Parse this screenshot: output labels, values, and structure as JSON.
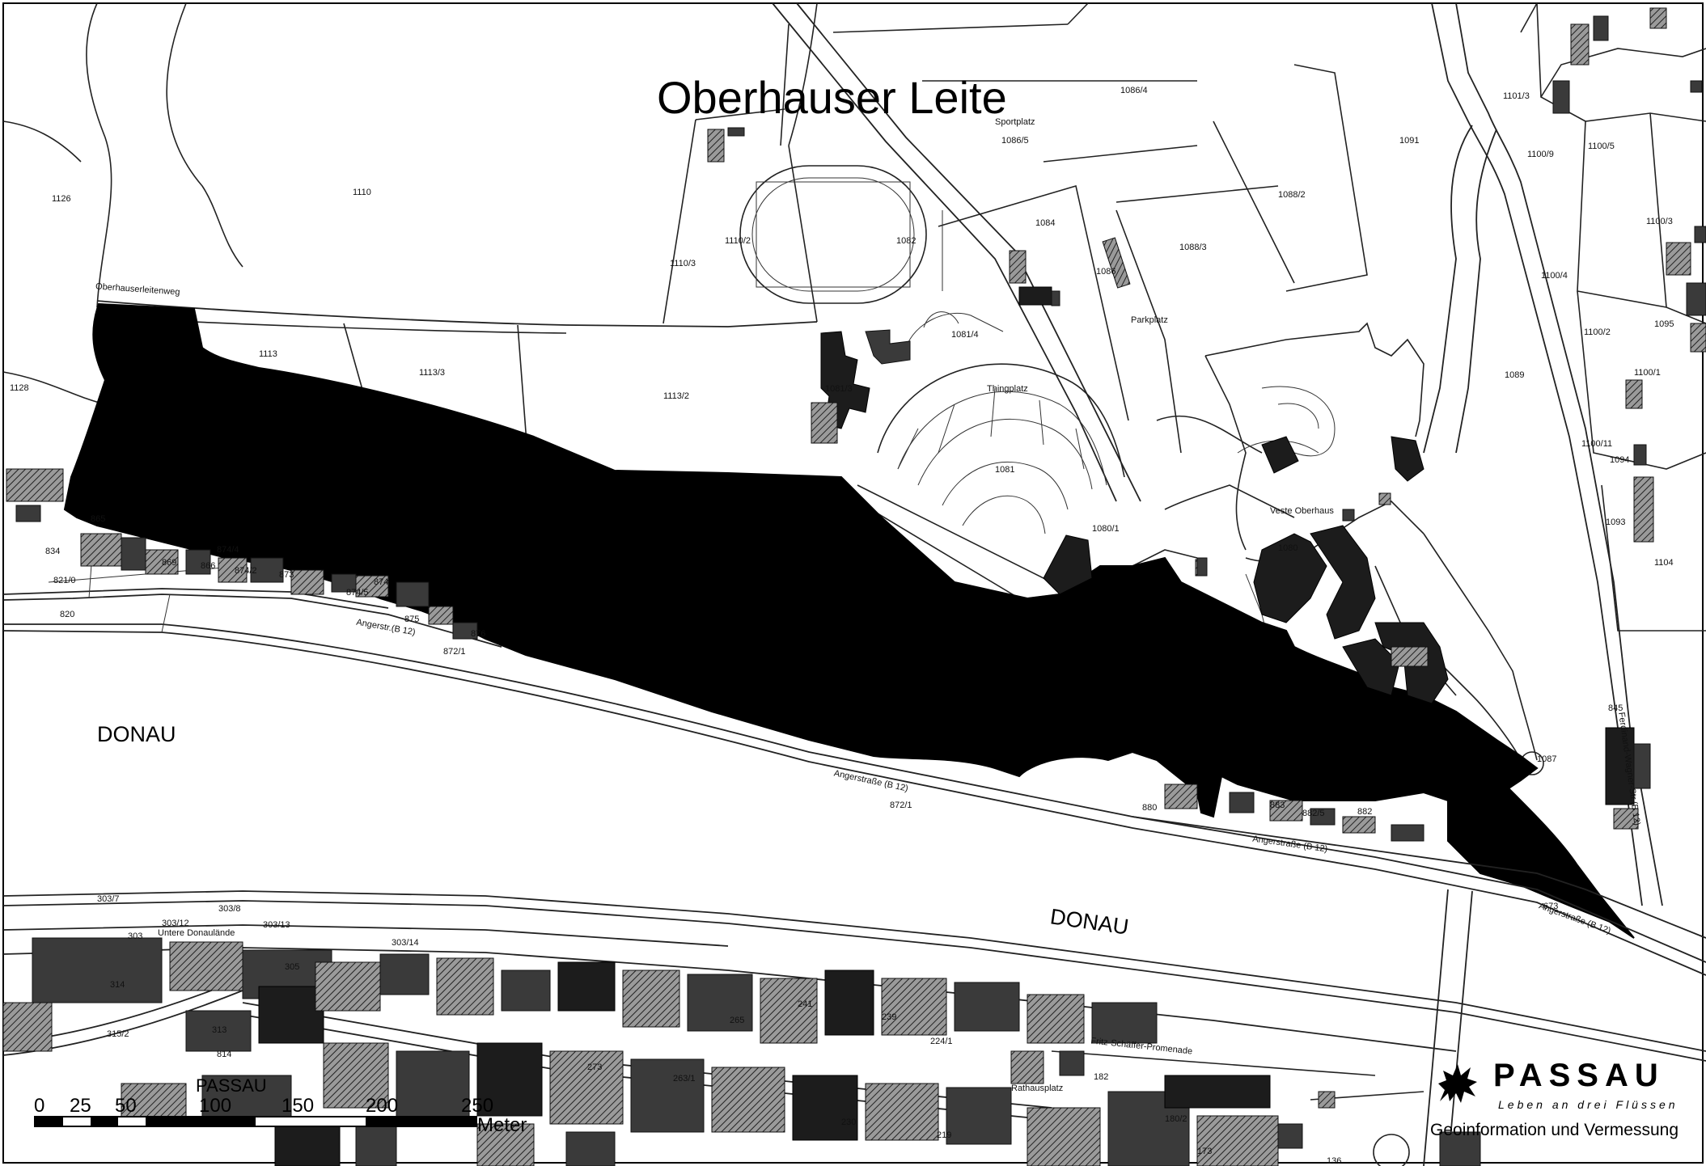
{
  "map": {
    "title": "Oberhauser Leite",
    "water_labels": [
      "DONAU",
      "DONAU"
    ],
    "district_label": "PASSAU",
    "place_labels": {
      "castle": "Veste Oberhaus",
      "sportplatz": "Sportplatz",
      "thingplatz": "Thingplatz",
      "parkplatz": "Parkplatz",
      "angerstr_1": "Angerstr.(B 12)",
      "angerstr_2": "Angerstraße (B 12)",
      "angerstr_3": "Angerstraße (B 12)",
      "angerstr_4": "Angerstraße (B 12)",
      "ferdinand": "Ferdinand-Wagner-Str.(B 12)",
      "untere_donaulaende": "Untere Donaulände",
      "fritz_schaeffer": "Fritz-Schäffer-Promenade",
      "rathausplatz": "Rathausplatz",
      "oberhauserleiteweg": "Oberhauserleitenweg"
    },
    "parcel_numbers": {
      "p1126": "1126",
      "p1110": "1110",
      "p1113": "1113",
      "p1113_3": "1113/3",
      "p1113_2": "1113/2",
      "p1110_2": "1110/2",
      "p1110_3": "1110/3",
      "p1082": "1082",
      "p1084": "1084",
      "p1086": "1086",
      "p1086_4": "1086/4",
      "p1086_5": "1086/5",
      "p1088_2": "1088/2",
      "p1088_3": "1088/3",
      "p1091": "1091",
      "p1081": "1081",
      "p1081_3": "1081/3",
      "p1081_4": "1081/4",
      "p1080": "1080",
      "p1080_1": "1080/1",
      "p1089": "1089",
      "p1087": "1087",
      "p1101_3": "1101/3",
      "p1100_9": "1100/9",
      "p1100_5": "1100/5",
      "p1100_3": "1100/3",
      "p1100_4": "1100/4",
      "p1100_2": "1100/2",
      "p1100_1": "1100/1",
      "p1100_11": "1100/11",
      "p1094": "1094",
      "p1093": "1093",
      "p1104": "1104",
      "p1095": "1095",
      "p1128": "1128",
      "p865": "865",
      "p869": "869",
      "p866": "866",
      "p874_4": "874/4",
      "p874_2": "874/2",
      "p873": "873",
      "p874_5": "874/5",
      "p875": "875",
      "p876": "876",
      "p874": "874",
      "p834": "834",
      "p821_0": "821/0",
      "p820": "820",
      "p872_1a": "872/1",
      "p872_1b": "872/1",
      "p880": "880",
      "p883": "883",
      "p882_5": "882/5",
      "p882": "882",
      "p673": "673",
      "p845": "845",
      "p303_7": "303/7",
      "p303_8": "303/8",
      "p303_12": "303/12",
      "p303_13": "303/13",
      "p303_14": "303/14",
      "p303": "303",
      "p314": "314",
      "p305": "305",
      "p315_2": "315/2",
      "p313": "313",
      "p814": "814",
      "p241": "241",
      "p239": "239",
      "p265": "265",
      "p273": "273",
      "p263_1": "263/1",
      "p230": "230",
      "p219": "219",
      "p182": "182",
      "p180_2": "180/2",
      "p173": "173",
      "p136": "136",
      "p224_1": "224/1"
    },
    "scale_bar": {
      "ticks": [
        "0",
        "25",
        "50",
        "100",
        "150",
        "200",
        "250"
      ],
      "unit": "Meter"
    },
    "logo": {
      "name": "PASSAU",
      "tagline": "Leben an drei Flüssen",
      "department": "Geoinformation und Vermessung"
    }
  },
  "colors": {
    "background": "#ffffff",
    "ink": "#000000",
    "highlight_area": "#000000",
    "building": "#3a3a3a"
  }
}
